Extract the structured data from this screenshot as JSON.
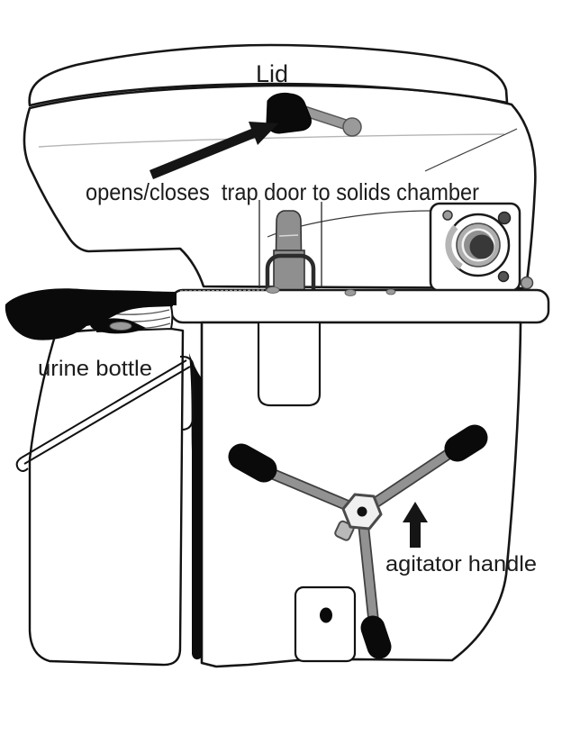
{
  "diagram": {
    "subject": "composting toilet parts diagram",
    "labels": {
      "lid": "Lid",
      "trap_door": "opens/closes  trap door to solids chamber",
      "urine_bottle": "urine bottle",
      "agitator": "agitator handle"
    },
    "colors": {
      "background": "#ffffff",
      "outline": "#161616",
      "label_text": "#1c1c1c",
      "metal_gray": "#8f8f8f",
      "rod_gray": "#9a9a9a",
      "dark_gray": "#3a3a3a",
      "hub_fill": "#f0f0f0",
      "grip_black": "#0a0a0a"
    }
  }
}
